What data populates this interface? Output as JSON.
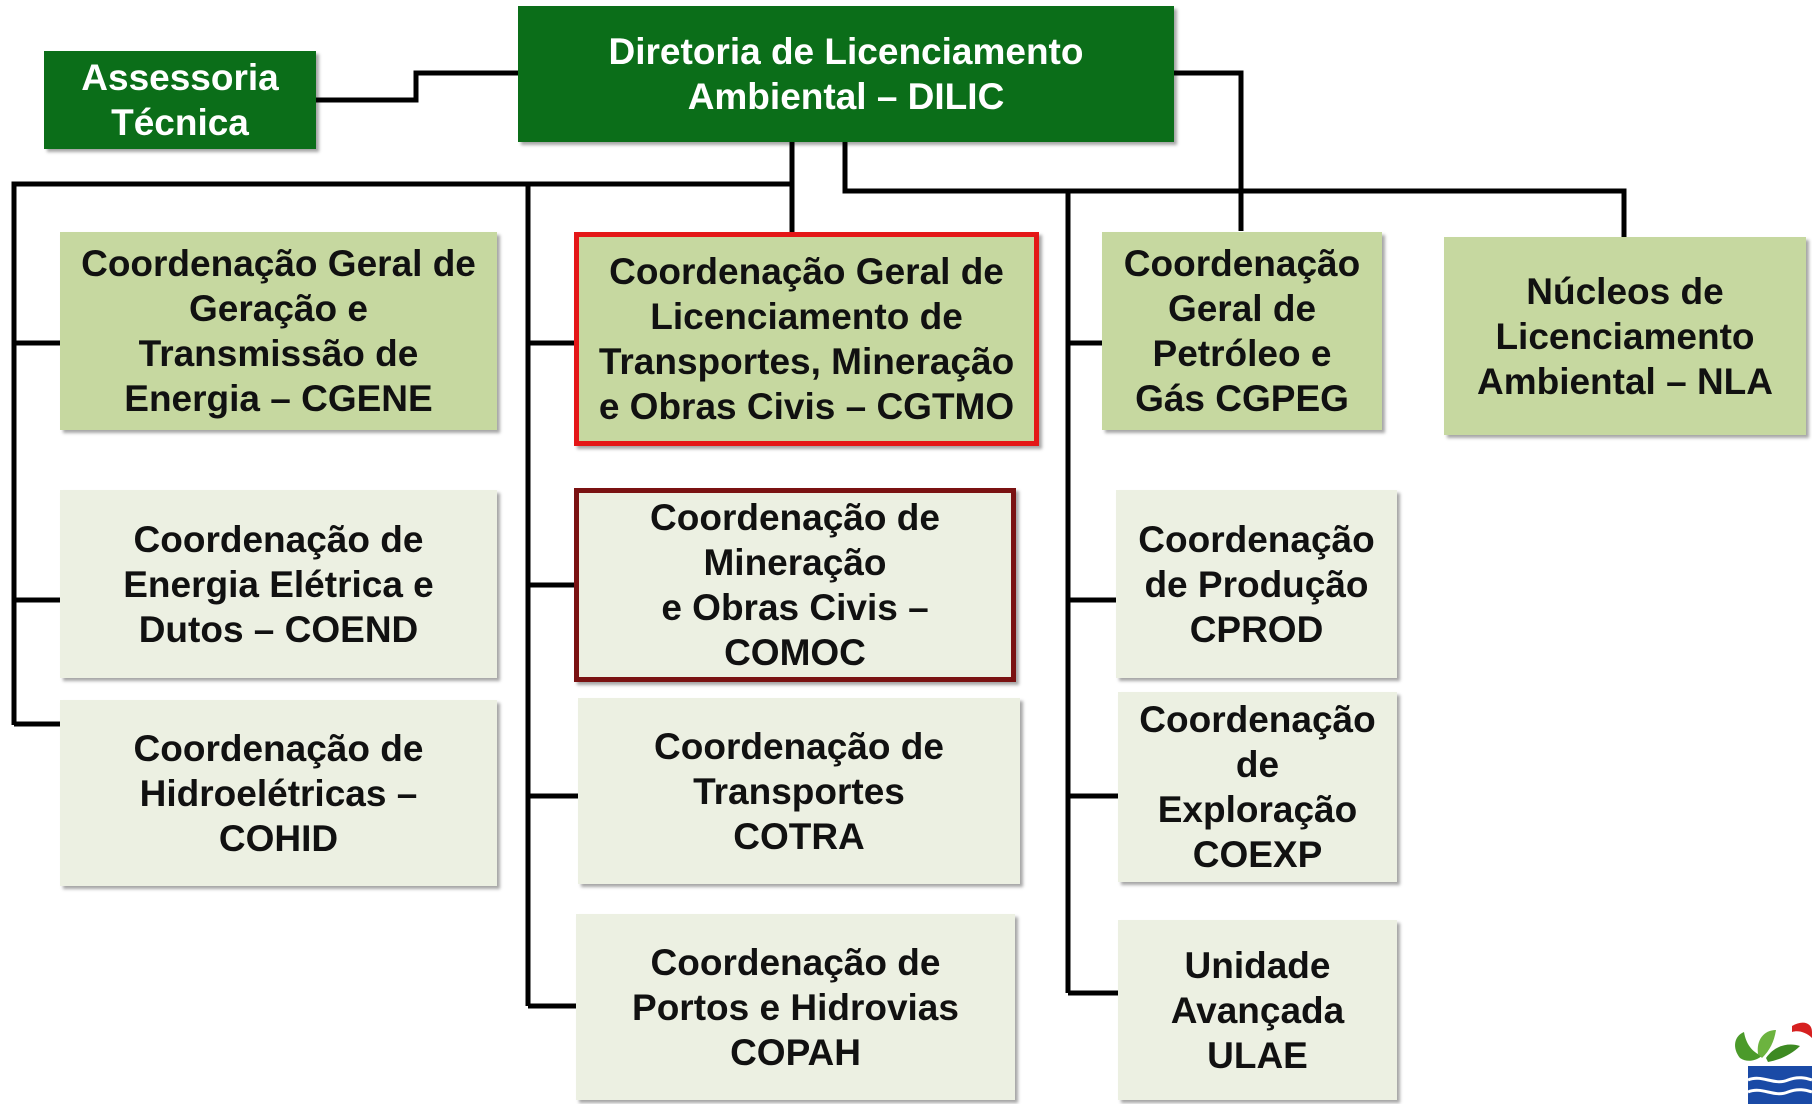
{
  "colors": {
    "top_fill": "#0b6e19",
    "geral_fill": "#c6d8a0",
    "sub_fill": "#ecf0e2",
    "highlight_red": "#e41717",
    "highlight_maroon": "#7a1212",
    "connector": "#000000"
  },
  "nodes": {
    "dilic": "Diretoria de Licenciamento\nAmbiental – DILIC",
    "assessoria": "Assessoria\nTécnica",
    "cgene": "Coordenação Geral de\nGeração e\nTransmissão de\nEnergia – CGENE",
    "coend": "Coordenação de\nEnergia Elétrica e\nDutos – COEND",
    "cohid": "Coordenação de\nHidroelétricas –\nCOHID",
    "cgtmo": "Coordenação Geral de\nLicenciamento de\nTransportes, Mineração\ne Obras Civis – CGTMO",
    "comoc": "Coordenação de\nMineração\ne Obras Civis –\nCOMOC",
    "cotra": "Coordenação de\nTransportes\nCOTRA",
    "copah": "Coordenação de\nPortos e Hidrovias\nCOPAH",
    "cgpeg": "Coordenação\nGeral de\nPetróleo e\nGás  CGPEG",
    "cprod": "Coordenação\nde Produção\nCPROD",
    "coexp": "Coordenação\nde\nExploração\nCOEXP",
    "ulae": "Unidade\nAvançada\nULAE",
    "nla": "Núcleos de\nLicenciamento\nAmbiental – NLA"
  },
  "logo": {
    "icon": "ibama-leaf-logo-icon"
  }
}
